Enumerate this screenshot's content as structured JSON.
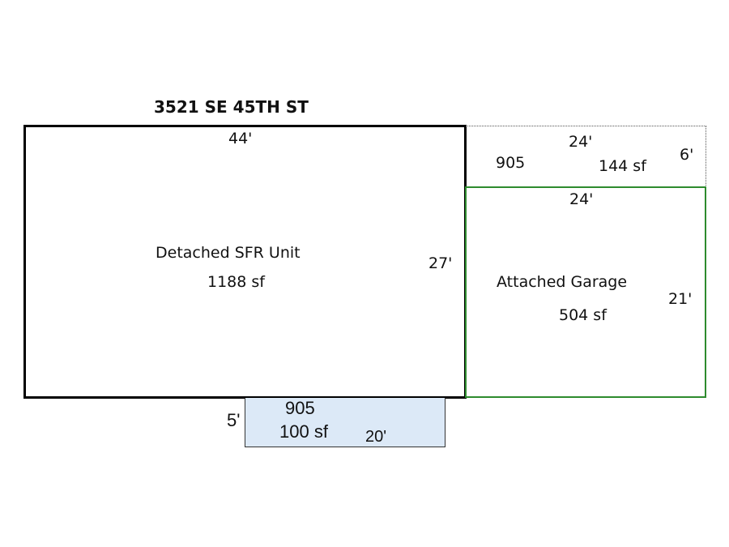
{
  "title": "3521 SE 45TH ST",
  "main_unit": {
    "label": "Detached SFR Unit",
    "area": "1188 sf",
    "width": "44'",
    "depth": "27'"
  },
  "upper_area": {
    "code": "905",
    "area": "144 sf",
    "width": "24'",
    "depth": "6'"
  },
  "garage": {
    "label": "Attached Garage",
    "area": "504 sf",
    "width": "24'",
    "depth": "21'"
  },
  "porch": {
    "code": "905",
    "area": "100 sf",
    "width": "20'",
    "depth": "5'"
  },
  "colors": {
    "main_border": "#000000",
    "garage_border": "#2e8b2e",
    "porch_fill": "#dce9f7",
    "dotted_border": "#555555"
  }
}
